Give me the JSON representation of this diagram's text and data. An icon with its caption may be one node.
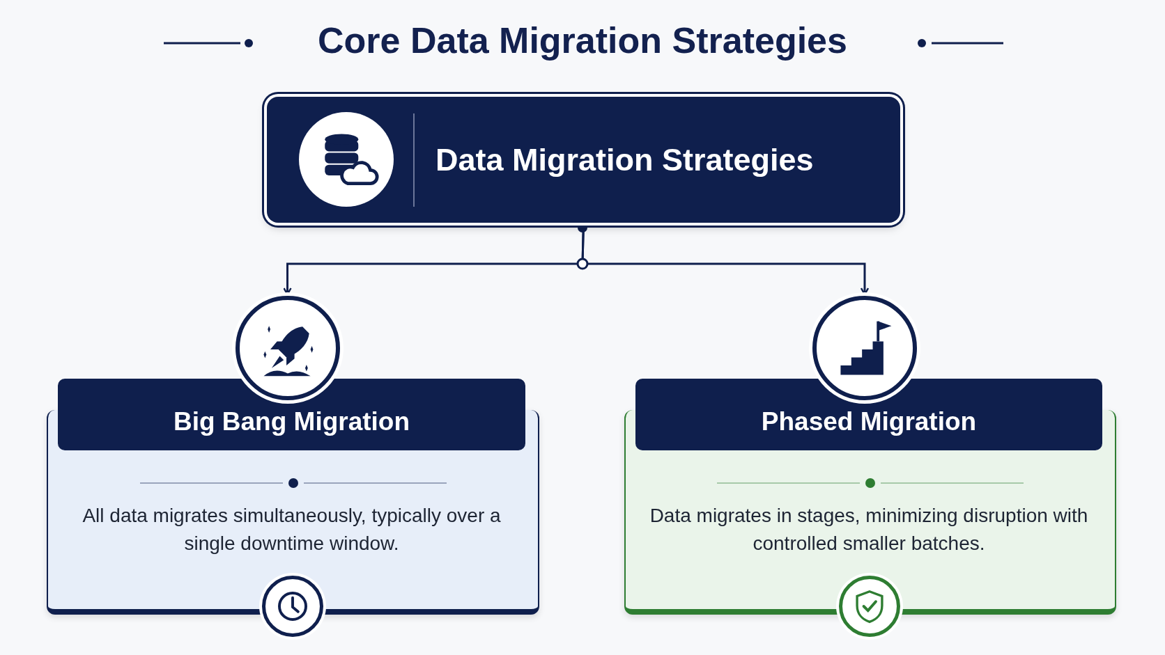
{
  "diagram": {
    "title": "Core Data Migration Strategies",
    "nodes": [
      {
        "text": [
          "Data Migration Strategies"
        ]
      },
      {
        "text": [
          "Big Bang Migration",
          "All data migrates simultaneously, typically over a single downtime window."
        ]
      },
      {
        "text": [
          "Phased Migration",
          "Data migrates in stages, minimizing disruption with controlled smaller batches."
        ]
      }
    ],
    "edges": [
      {
        "from": 0,
        "to": 1,
        "arrow": "to"
      },
      {
        "from": 0,
        "to": 2,
        "arrow": "to"
      }
    ]
  }
}
